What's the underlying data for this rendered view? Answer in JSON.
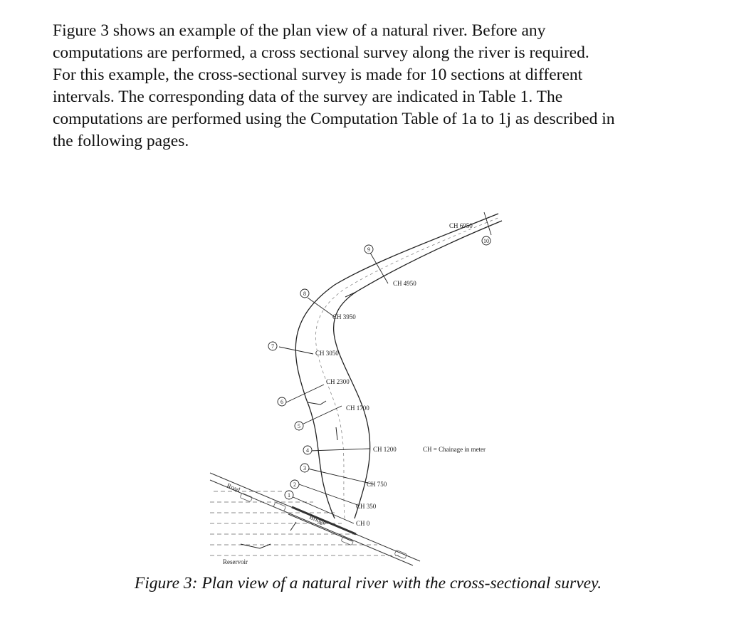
{
  "intro": {
    "lines": [
      "Figure 3 shows an example of the plan view of a natural river. Before any",
      "computations are performed, a cross sectional survey along the river is required.",
      "For this example, the cross-sectional survey is made for 10 sections at different",
      "intervals. The corresponding data of the survey are indicated in Table 1. The",
      "computations are performed using the Computation Table of 1a to 1j as described in",
      "the following pages."
    ]
  },
  "figure": {
    "chainages": [
      "CH 6950",
      "CH 4950",
      "CH 3950",
      "CH 3050",
      "CH 2300",
      "CH 1700",
      "CH 1200",
      "CH 750",
      "CH 350",
      "CH 0"
    ],
    "section_numbers": [
      "1",
      "2",
      "3",
      "4",
      "5",
      "6",
      "7",
      "8",
      "9",
      "10"
    ],
    "legend": "CH = Chainage in meter",
    "road_label": "Road",
    "bridge_label": "Bridge",
    "reservoir_label": "Reservoir"
  },
  "caption": "Figure 3: Plan view of a natural river with the cross-sectional survey."
}
